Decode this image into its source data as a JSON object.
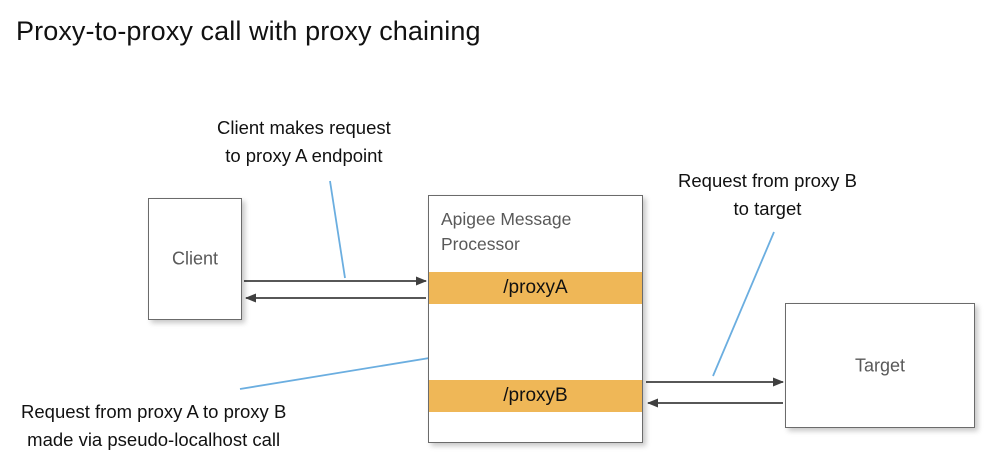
{
  "page": {
    "title": "Proxy-to-proxy call with proxy chaining",
    "background_color": "#ffffff"
  },
  "colors": {
    "proxy_band": "#efb757",
    "node_border": "#6b6b6b",
    "node_text": "#595959",
    "leader_line": "#6baee0",
    "arrow": "#3f3f3f",
    "title_text": "#111111"
  },
  "nodes": {
    "client": {
      "label": "Client"
    },
    "target": {
      "label": "Target"
    },
    "message_processor": {
      "title_line1": "Apigee Message",
      "title_line2": "Processor",
      "title": "Apigee Message Processor",
      "proxy_a": "/proxyA",
      "proxy_b": "/proxyB"
    }
  },
  "annotations": {
    "client_request": {
      "line1": "Client makes request",
      "line2": "to proxy A endpoint"
    },
    "proxy_b_to_target": {
      "line1": "Request from proxy B",
      "line2": "to target"
    },
    "proxy_chain": {
      "line1": "Request from proxy A to proxy B",
      "line2": "made via pseudo-localhost call"
    }
  },
  "flows": [
    {
      "name": "client-to-proxya",
      "from": "Client",
      "to": "/proxyA",
      "direction": "right"
    },
    {
      "name": "proxya-to-client",
      "from": "/proxyA",
      "to": "Client",
      "direction": "left"
    },
    {
      "name": "proxya-to-proxyb",
      "from": "/proxyA",
      "to": "/proxyB",
      "direction": "down"
    },
    {
      "name": "proxyb-to-proxya",
      "from": "/proxyB",
      "to": "/proxyA",
      "direction": "up"
    },
    {
      "name": "proxyb-to-target",
      "from": "/proxyB",
      "to": "Target",
      "direction": "right"
    },
    {
      "name": "target-to-proxyb",
      "from": "Target",
      "to": "/proxyB",
      "direction": "left"
    }
  ]
}
